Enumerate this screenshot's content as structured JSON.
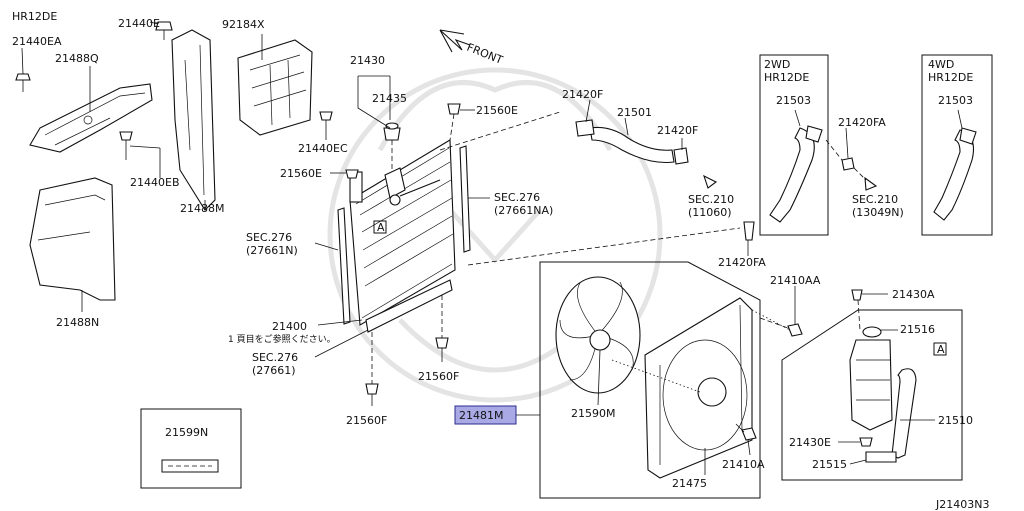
{
  "title_engine": "HR12DE",
  "labels": {
    "p21440e": "21440E",
    "p21440ea": "21440EA",
    "p21488q": "21488Q",
    "p21440eb": "21440EB",
    "p21488m": "21488M",
    "p21488n": "21488N",
    "p92184x": "92184X",
    "p21440ec": "21440EC",
    "p21430": "21430",
    "p21435": "21435",
    "p21560e_top": "21560E",
    "p21560e_left": "21560E",
    "sec276_na": "SEC.276",
    "sec276_na_sub": "(27661NA)",
    "sec276_n": "SEC.276",
    "sec276_n_sub": "(27661N)",
    "p21400": "21400",
    "note_jp": "1 頁目をご参照ください。",
    "sec276": "SEC.276",
    "sec276_sub": "(27661)",
    "p21560f_right": "21560F",
    "p21560f_bottom": "21560F",
    "front": "FRONT",
    "p21420f_a": "21420F",
    "p21501": "21501",
    "p21420f_b": "21420F",
    "sec210_a": "SEC.210",
    "sec210_a_sub": "(11060)",
    "p21420fa_bottom": "21420FA",
    "box2wd_title1": "2WD",
    "box2wd_title2": "HR12DE",
    "p21503_2wd": "21503",
    "p21420fa_box": "21420FA",
    "sec210_b": "SEC.210",
    "sec210_b_sub": "(13049N)",
    "box4wd_title1": "4WD",
    "box4wd_title2": "HR12DE",
    "p21503_4wd": "21503",
    "p21410aa": "21410AA",
    "p21430a": "21430A",
    "p21516": "21516",
    "callout_a_1": "A",
    "callout_a_2": "A",
    "p21510": "21510",
    "p21430e": "21430E",
    "p21515": "21515",
    "p21590m": "21590M",
    "p21481m": "21481M",
    "p21475": "21475",
    "p21410a": "21410A",
    "p21599n": "21599N",
    "diagram_id": "J21403N3"
  },
  "colors": {
    "ink": "#111111",
    "highlight_fill": "#a9a9e6",
    "highlight_stroke": "#2b2b8c"
  }
}
